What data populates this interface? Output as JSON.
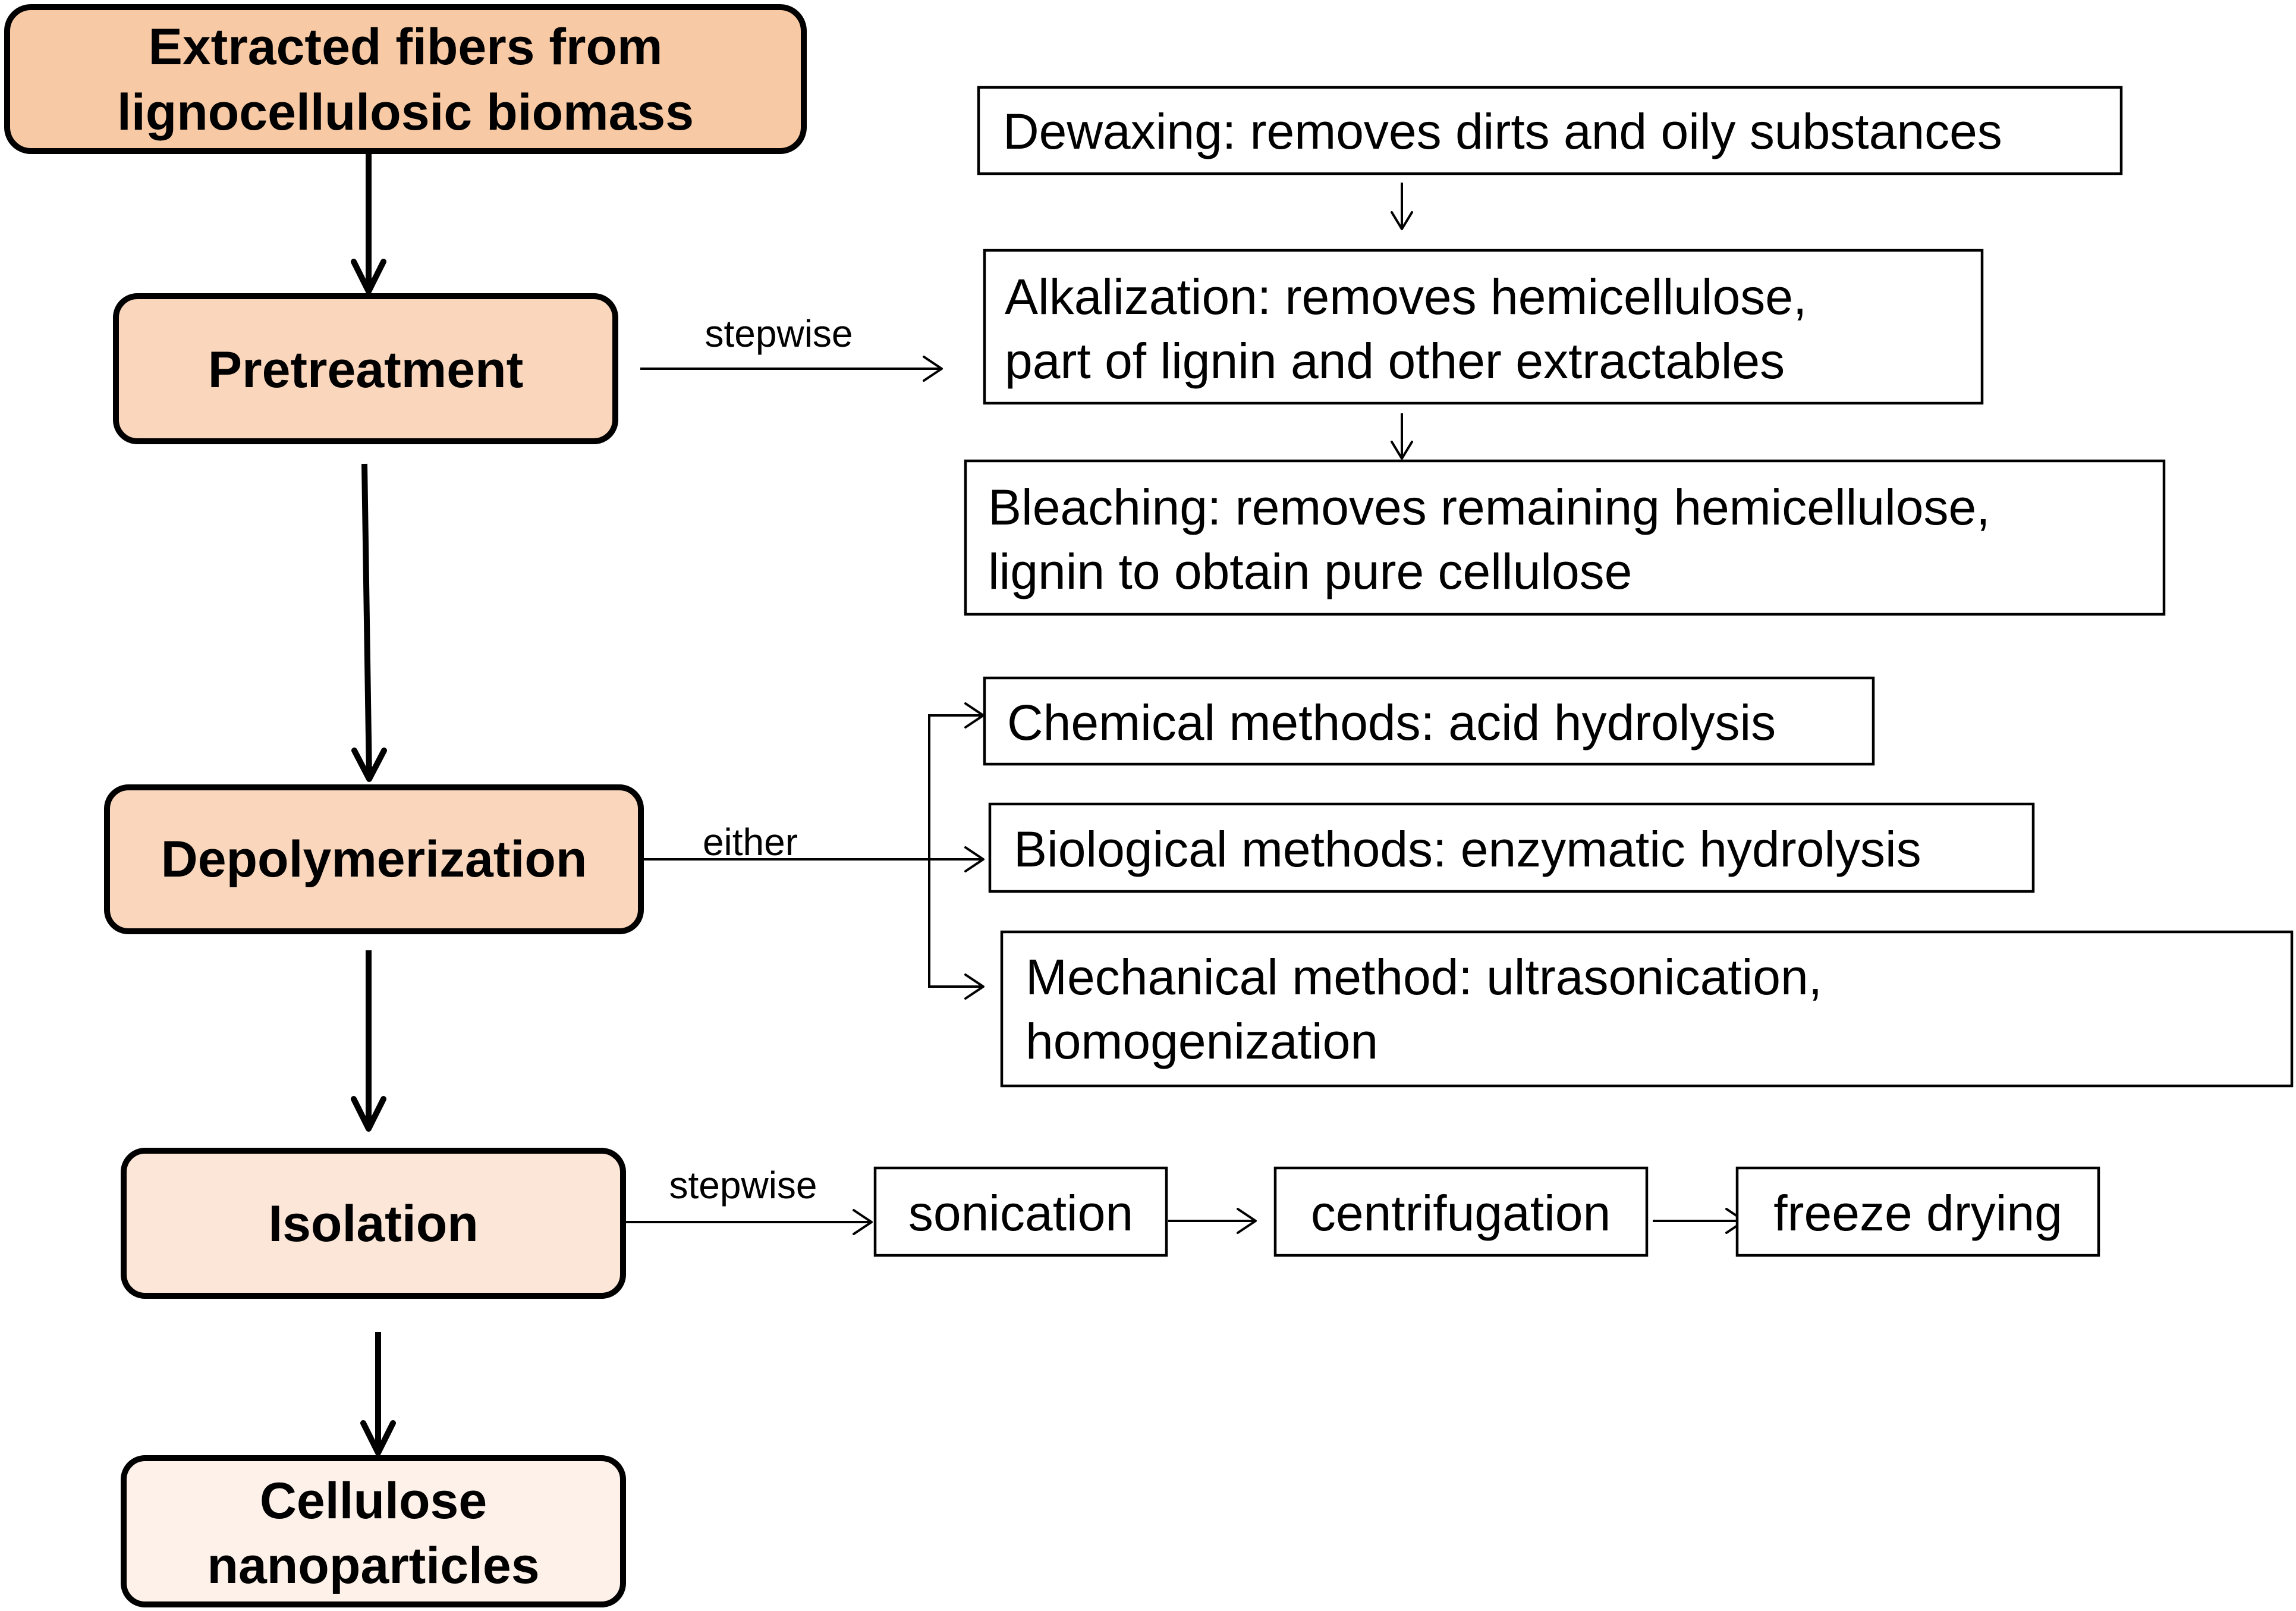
{
  "colors": {
    "stage_dark": "#F7C9A4",
    "stage_medium": "#F9D6BC",
    "stage_light": "#FCE6D8",
    "stage_lightest": "#FDF1E9",
    "outline": "#000000"
  },
  "stages": {
    "source": {
      "line1": "Extracted fibers from",
      "line2": "lignocellulosic biomass"
    },
    "pretreatment": {
      "label": "Pretreatment"
    },
    "depolymerization": {
      "label": "Depolymerization"
    },
    "isolation": {
      "label": "Isolation"
    },
    "product": {
      "line1": "Cellulose",
      "line2": "nanoparticles"
    }
  },
  "edge_labels": {
    "pretreatment": "stepwise",
    "depolymerization": "either",
    "isolation": "stepwise"
  },
  "pretreatment_steps": {
    "dewaxing": {
      "line1": "Dewaxing: removes dirts and oily substances"
    },
    "alkalization": {
      "line1": "Alkalization: removes hemicellulose,",
      "line2": "part of lignin and other extractables"
    },
    "bleaching": {
      "line1": "Bleaching: removes remaining hemicellulose,",
      "line2": "lignin to obtain pure cellulose"
    }
  },
  "depolymerization_methods": {
    "chemical": {
      "line1": "Chemical methods: acid hydrolysis"
    },
    "biological": {
      "line1": "Biological methods: enzymatic hydrolysis"
    },
    "mechanical": {
      "line1": "Mechanical method: ultrasonication,",
      "line2": "homogenization"
    }
  },
  "isolation_steps": {
    "sonication": "sonication",
    "centrifugation": "centrifugation",
    "freeze_drying": "freeze drying"
  }
}
